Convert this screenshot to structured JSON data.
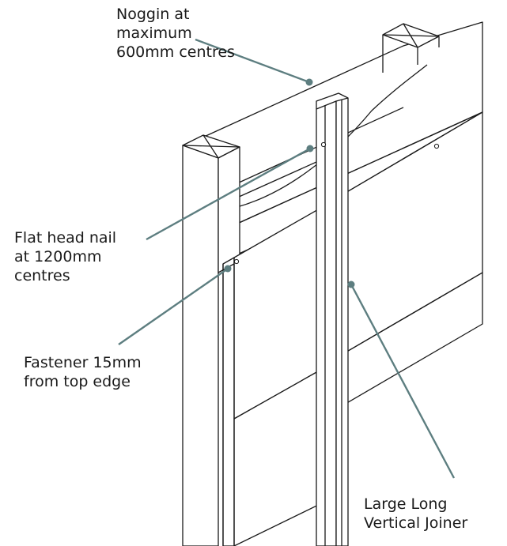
{
  "labels": {
    "noggin": "Noggin at\nmaximum\n600mm centres",
    "nail": "Flat head nail\nat 1200mm\ncentres",
    "fastener": "Fastener 15mm\nfrom top edge",
    "joiner": "Large Long\nVertical Joiner"
  },
  "colors": {
    "leader": "#5d7e80",
    "linework": "#1a1a1a",
    "background": "#ffffff"
  }
}
